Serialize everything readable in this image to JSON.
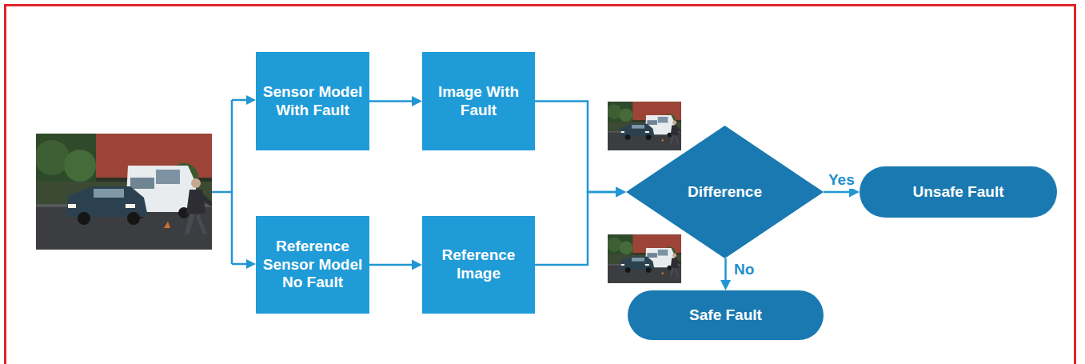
{
  "diagram": {
    "nodes": [
      {
        "text": [
          "Sensor Model With Fault"
        ]
      },
      {
        "text": [
          "Image With Fault"
        ]
      },
      {
        "text": [
          "Reference Sensor Model No Fault"
        ]
      },
      {
        "text": [
          "Reference Image"
        ]
      },
      {
        "text": [
          "Difference"
        ]
      },
      {
        "text": [
          "Unsafe Fault"
        ]
      },
      {
        "text": [
          "Safe Fault"
        ]
      }
    ],
    "edges": [
      {
        "from": 0,
        "to": 1,
        "arrow": "to"
      },
      {
        "from": 2,
        "to": 3,
        "arrow": "to"
      },
      {
        "from": 1,
        "to": 4,
        "arrow": "to"
      },
      {
        "from": 3,
        "to": 4,
        "arrow": "to"
      },
      {
        "from": 4,
        "to": 5,
        "label": "Yes",
        "arrow": "to"
      },
      {
        "from": 4,
        "to": 6,
        "label": "No",
        "arrow": "to"
      }
    ]
  }
}
